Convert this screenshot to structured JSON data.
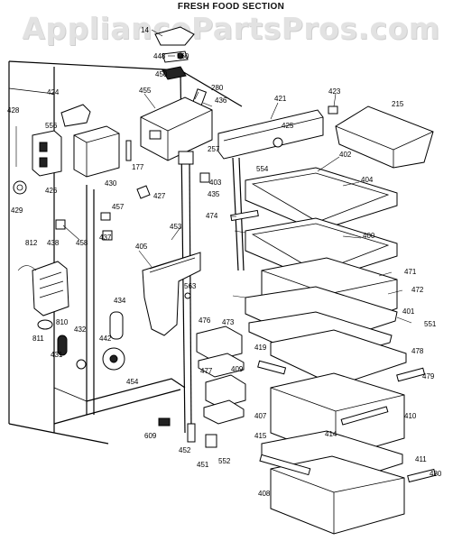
{
  "header": {
    "title": "FRESH FOOD SECTION",
    "watermark": "AppliancePartsPros.com"
  },
  "part_labels": [
    "14",
    "448",
    "560",
    "450",
    "280",
    "455",
    "436",
    "424",
    "556",
    "428",
    "426",
    "429",
    "430",
    "177",
    "427",
    "257",
    "421",
    "423",
    "215",
    "425",
    "402",
    "554",
    "403",
    "435",
    "404",
    "474",
    "400",
    "437",
    "457",
    "438",
    "458",
    "812",
    "453",
    "405",
    "563",
    "471",
    "472",
    "401",
    "551",
    "473",
    "434",
    "810",
    "811",
    "432",
    "431",
    "442",
    "476",
    "477",
    "419",
    "478",
    "409",
    "479",
    "454",
    "410",
    "407",
    "414",
    "415",
    "609",
    "452",
    "451",
    "552",
    "411",
    "480",
    "408"
  ]
}
